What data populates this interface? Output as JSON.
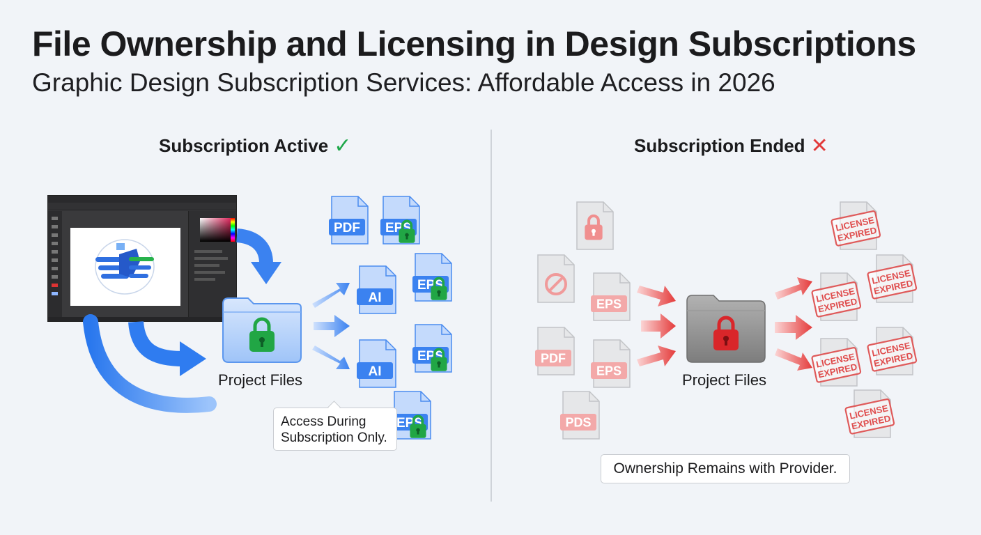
{
  "header": {
    "title": "File Ownership and Licensing in Design Subscriptions",
    "subtitle": "Graphic Design Subscription Services:  Affordable Access in 2026"
  },
  "left_panel": {
    "heading": "Subscription Active",
    "status_icon": "check-icon",
    "folder_label": "Project Files",
    "file_types": [
      "PDF",
      "EPS",
      "AI",
      "EPS",
      "AI",
      "EPS",
      "EPS"
    ],
    "callout": [
      "Access During",
      "Subscription Only."
    ]
  },
  "right_panel": {
    "heading": "Subscription Ended",
    "status_icon": "x-icon",
    "folder_label": "Project Files",
    "file_types": [
      "EPS",
      "PDF",
      "EPS",
      "PDS"
    ],
    "stamp": [
      "LICENSE",
      "EXPIRED"
    ],
    "callout": "Ownership Remains with Provider."
  },
  "colors": {
    "active_blue": "#3d86f0",
    "lock_green": "#21a645",
    "expired_red": "#e23a3a",
    "folder_gray": "#8c8c8c"
  }
}
